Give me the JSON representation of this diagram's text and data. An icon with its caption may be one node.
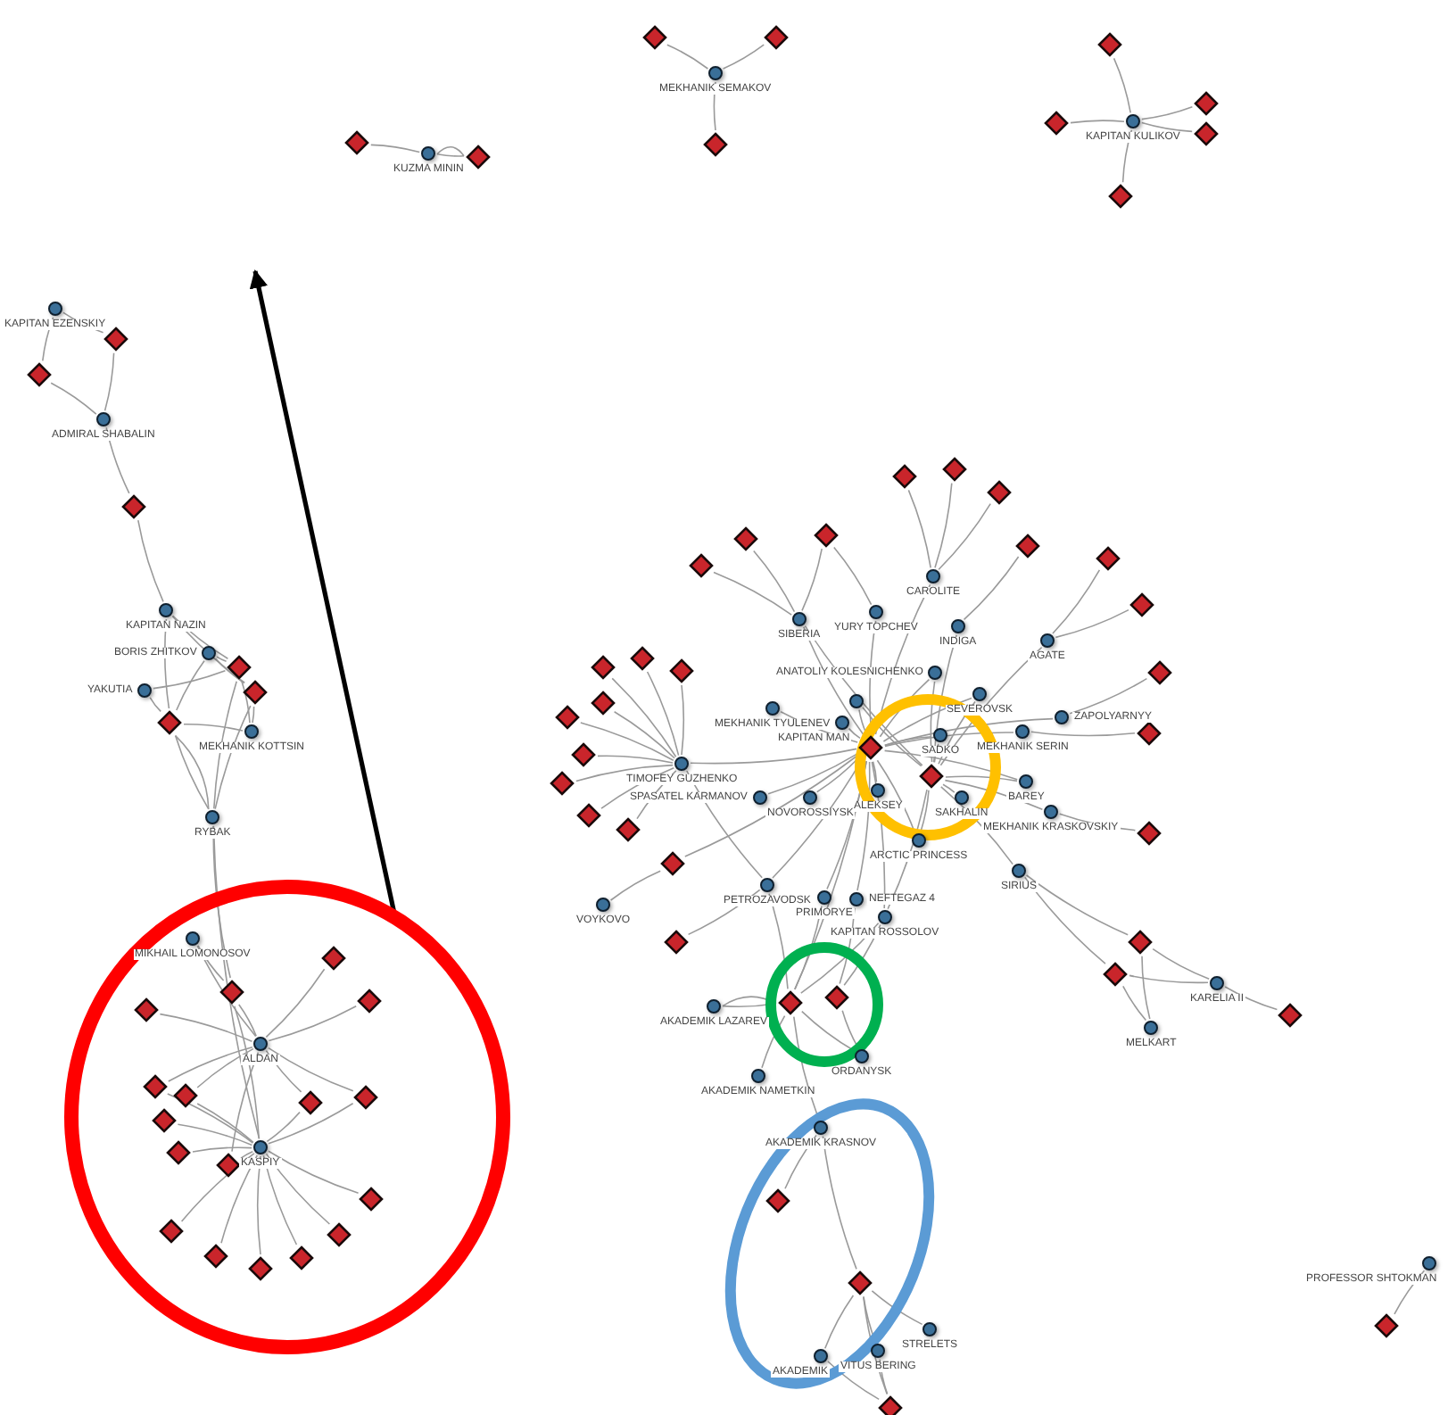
{
  "diagram": {
    "nodes": [
      {
        "text": [],
        "shape": "diamond"
      },
      {
        "text": [],
        "shape": "circle",
        "beside": [
          "KUZMA MININ"
        ]
      },
      {
        "text": [],
        "shape": "diamond"
      },
      {
        "text": [],
        "shape": "diamond"
      },
      {
        "text": [],
        "shape": "diamond"
      },
      {
        "text": [],
        "shape": "circle",
        "beside": [
          "MEKHANIK SEMAKOV"
        ]
      },
      {
        "text": [],
        "shape": "diamond"
      },
      {
        "text": [],
        "shape": "diamond"
      },
      {
        "text": [],
        "shape": "diamond"
      },
      {
        "text": [],
        "shape": "circle",
        "beside": [
          "KAPITAN KULIKOV"
        ]
      },
      {
        "text": [],
        "shape": "diamond"
      },
      {
        "text": [],
        "shape": "diamond"
      },
      {
        "text": [],
        "shape": "diamond"
      },
      {
        "text": [],
        "shape": "circle",
        "beside": [
          "KAPITAN EZENSKIY"
        ]
      },
      {
        "text": [],
        "shape": "diamond"
      },
      {
        "text": [],
        "shape": "diamond"
      },
      {
        "text": [],
        "shape": "circle",
        "beside": [
          "ADMIRAL SHABALIN"
        ]
      },
      {
        "text": [],
        "shape": "diamond"
      },
      {
        "text": [],
        "shape": "circle",
        "beside": [
          "KAPITAN NAZIN"
        ]
      },
      {
        "text": [],
        "shape": "circle",
        "beside": [
          "BORIS ZHITKOV"
        ]
      },
      {
        "text": [],
        "shape": "diamond"
      },
      {
        "text": [],
        "shape": "diamond"
      },
      {
        "text": [],
        "shape": "circle",
        "beside": [
          "YAKUTIA"
        ]
      },
      {
        "text": [],
        "shape": "diamond"
      },
      {
        "text": [],
        "shape": "circle",
        "beside": [
          "MEKHANIK KOTTSIN"
        ]
      },
      {
        "text": [],
        "shape": "circle",
        "beside": [
          "RYBAK"
        ]
      },
      {
        "text": [],
        "shape": "circle"
      },
      {
        "text": [],
        "shape": "circle",
        "beside": [
          "MIKHAIL LOMONOSOV"
        ],
        "in": 26
      },
      {
        "text": [],
        "shape": "diamond",
        "in": 26
      },
      {
        "text": [],
        "shape": "diamond",
        "in": 26
      },
      {
        "text": [],
        "shape": "diamond",
        "in": 26
      },
      {
        "text": [],
        "shape": "diamond",
        "in": 26
      },
      {
        "text": [],
        "shape": "circle",
        "beside": [
          "ALDAN"
        ],
        "in": 26
      },
      {
        "text": [],
        "shape": "diamond",
        "in": 26
      },
      {
        "text": [],
        "shape": "diamond",
        "in": 26
      },
      {
        "text": [],
        "shape": "diamond",
        "in": 26
      },
      {
        "text": [],
        "shape": "diamond",
        "in": 26
      },
      {
        "text": [],
        "shape": "diamond",
        "in": 26
      },
      {
        "text": [],
        "shape": "diamond",
        "in": 26
      },
      {
        "text": [],
        "shape": "diamond",
        "in": 26
      },
      {
        "text": [],
        "shape": "circle",
        "beside": [
          "KASPIY"
        ],
        "in": 26
      },
      {
        "text": [],
        "shape": "diamond",
        "in": 26
      },
      {
        "text": [],
        "shape": "diamond",
        "in": 26
      },
      {
        "text": [],
        "shape": "diamond",
        "in": 26
      },
      {
        "text": [],
        "shape": "diamond",
        "in": 26
      },
      {
        "text": [],
        "shape": "diamond",
        "in": 26
      },
      {
        "text": [],
        "shape": "diamond",
        "in": 26
      },
      {
        "text": [],
        "shape": "diamond"
      },
      {
        "text": [],
        "shape": "diamond"
      },
      {
        "text": [],
        "shape": "diamond"
      },
      {
        "text": [],
        "shape": "diamond"
      },
      {
        "text": [],
        "shape": "diamond"
      },
      {
        "text": [],
        "shape": "diamond"
      },
      {
        "text": [],
        "shape": "diamond"
      },
      {
        "text": [],
        "shape": "diamond"
      },
      {
        "text": [],
        "shape": "circle",
        "beside": [
          "CAROLITE"
        ]
      },
      {
        "text": [],
        "shape": "circle",
        "beside": [
          "SIBERIA"
        ]
      },
      {
        "text": [],
        "shape": "circle",
        "beside": [
          "YURY TOPCHEV"
        ]
      },
      {
        "text": [],
        "shape": "circle",
        "beside": [
          "INDIGA"
        ]
      },
      {
        "text": [],
        "shape": "circle",
        "beside": [
          "AGATE"
        ]
      },
      {
        "text": [],
        "shape": "diamond"
      },
      {
        "text": [],
        "shape": "diamond"
      },
      {
        "text": [],
        "shape": "diamond"
      },
      {
        "text": [],
        "shape": "diamond"
      },
      {
        "text": [],
        "shape": "circle",
        "beside": [
          "ANATOLIY KOLESNICHENKO"
        ]
      },
      {
        "text": [],
        "shape": "diamond"
      },
      {
        "text": [],
        "shape": "circle",
        "beside": [
          "SEVEROVSK"
        ]
      },
      {
        "text": [],
        "shape": "diamond"
      },
      {
        "text": [],
        "shape": "circle",
        "beside": [
          "MEKHANIK TYULENEV"
        ]
      },
      {
        "text": [],
        "shape": "circle"
      },
      {
        "text": [],
        "shape": "circle",
        "beside": [
          "KAPITAN MAN"
        ]
      },
      {
        "text": [],
        "shape": "circle",
        "beside": [
          "ZAPOLYARNYY"
        ]
      },
      {
        "text": [],
        "shape": "diamond"
      },
      {
        "text": [],
        "shape": "circle",
        "beside": [
          "MEKHANIK SERIN"
        ]
      },
      {
        "text": [],
        "shape": "diamond"
      },
      {
        "text": [],
        "shape": "circle",
        "beside": [
          "SADKO"
        ]
      },
      {
        "text": [],
        "shape": "diamond"
      },
      {
        "text": [],
        "shape": "diamond"
      },
      {
        "text": [],
        "shape": "circle",
        "beside": [
          "TIMOFEY GUZHENKO"
        ]
      },
      {
        "text": [],
        "shape": "diamond"
      },
      {
        "text": [],
        "shape": "circle",
        "beside": [
          "BAREY"
        ]
      },
      {
        "text": [],
        "shape": "diamond"
      },
      {
        "text": [],
        "shape": "circle",
        "beside": [
          "ALEKSEY"
        ]
      },
      {
        "text": [],
        "shape": "circle",
        "beside": [
          "SAKHALIN"
        ]
      },
      {
        "text": [],
        "shape": "circle",
        "beside": [
          "SPASATEL KARMANOV"
        ]
      },
      {
        "text": [],
        "shape": "circle",
        "beside": [
          "NOVOROSSIYSK"
        ]
      },
      {
        "text": [],
        "shape": "circle",
        "beside": [
          "MEKHANIK KRASKOVSKIY"
        ]
      },
      {
        "text": [],
        "shape": "diamond"
      },
      {
        "text": [],
        "shape": "diamond"
      },
      {
        "text": [],
        "shape": "diamond"
      },
      {
        "text": [],
        "shape": "circle",
        "beside": [
          "ARCTIC PRINCESS"
        ]
      },
      {
        "text": [],
        "shape": "circle",
        "beside": [
          "SIRIUS"
        ]
      },
      {
        "text": [],
        "shape": "diamond"
      },
      {
        "text": [],
        "shape": "circle",
        "beside": [
          "PETROZAVODSK"
        ]
      },
      {
        "text": [],
        "shape": "circle",
        "beside": [
          "PRIMORYE"
        ]
      },
      {
        "text": [],
        "shape": "circle",
        "beside": [
          "NEFTEGAZ 4"
        ]
      },
      {
        "text": [],
        "shape": "circle",
        "beside": [
          "VOYKOVO"
        ]
      },
      {
        "text": [],
        "shape": "circle",
        "beside": [
          "KAPITAN ROSSOLOV"
        ]
      },
      {
        "text": [],
        "shape": "diamond"
      },
      {
        "text": [],
        "shape": "diamond"
      },
      {
        "text": [],
        "shape": "diamond"
      },
      {
        "text": [],
        "shape": "circle",
        "beside": [
          "KARELIA II"
        ]
      },
      {
        "text": [],
        "shape": "diamond"
      },
      {
        "text": [],
        "shape": "circle",
        "beside": [
          "MELKART"
        ]
      },
      {
        "text": [],
        "shape": "circle",
        "beside": [
          "AKADEMIK LAZAREV"
        ]
      },
      {
        "text": [],
        "shape": "diamond"
      },
      {
        "text": [],
        "shape": "diamond"
      },
      {
        "text": [],
        "shape": "circle",
        "beside": [
          "ORDANYSK"
        ]
      },
      {
        "text": [],
        "shape": "circle",
        "beside": [
          "AKADEMIK NAMETKIN"
        ]
      },
      {
        "text": [],
        "shape": "circle",
        "beside": [
          "AKADEMIK KRASNOV"
        ]
      },
      {
        "text": [],
        "shape": "diamond"
      },
      {
        "text": [],
        "shape": "diamond"
      },
      {
        "text": [],
        "shape": "circle",
        "beside": [
          "STRELETS"
        ]
      },
      {
        "text": [],
        "shape": "circle",
        "beside": [
          "AKADEMIK"
        ]
      },
      {
        "text": [],
        "shape": "circle",
        "beside": [
          "VITUS BERING"
        ]
      },
      {
        "text": [],
        "shape": "diamond"
      },
      {
        "text": [],
        "shape": "circle",
        "beside": [
          "PROFESSOR SHTOKMAN"
        ]
      },
      {
        "text": [],
        "shape": "diamond"
      }
    ],
    "edges": [
      {
        "from": 1,
        "to": 0,
        "arrow": "none"
      },
      {
        "from": 1,
        "to": 2,
        "arrow": "none"
      },
      {
        "from": 1,
        "to": 2,
        "arrow": "none"
      },
      {
        "from": 5,
        "to": 3,
        "arrow": "none"
      },
      {
        "from": 5,
        "to": 4,
        "arrow": "none"
      },
      {
        "from": 5,
        "to": 6,
        "arrow": "none"
      },
      {
        "from": 9,
        "to": 7,
        "arrow": "none"
      },
      {
        "from": 9,
        "to": 8,
        "arrow": "none"
      },
      {
        "from": 9,
        "to": 10,
        "arrow": "none"
      },
      {
        "from": 9,
        "to": 11,
        "arrow": "none"
      },
      {
        "from": 9,
        "to": 12,
        "arrow": "none"
      },
      {
        "from": 13,
        "to": 14,
        "arrow": "none"
      },
      {
        "from": 13,
        "to": 15,
        "arrow": "none"
      },
      {
        "from": 16,
        "to": 14,
        "arrow": "none"
      },
      {
        "from": 16,
        "to": 15,
        "arrow": "none"
      },
      {
        "from": 16,
        "to": 17,
        "arrow": "none"
      },
      {
        "from": 17,
        "to": 18,
        "arrow": "none"
      },
      {
        "from": 18,
        "to": 20,
        "arrow": "none"
      },
      {
        "from": 18,
        "to": 21,
        "arrow": "none"
      },
      {
        "from": 18,
        "to": 23,
        "arrow": "none"
      },
      {
        "from": 19,
        "to": 20,
        "arrow": "none"
      },
      {
        "from": 19,
        "to": 21,
        "arrow": "none"
      },
      {
        "from": 19,
        "to": 23,
        "arrow": "none"
      },
      {
        "from": 22,
        "to": 23,
        "arrow": "none"
      },
      {
        "from": 22,
        "to": 20,
        "arrow": "none"
      },
      {
        "from": 24,
        "to": 23,
        "arrow": "none"
      },
      {
        "from": 24,
        "to": 20,
        "arrow": "none"
      },
      {
        "from": 24,
        "to": 21,
        "arrow": "none"
      },
      {
        "from": 23,
        "to": 25,
        "arrow": "none"
      },
      {
        "from": 20,
        "to": 25,
        "arrow": "none"
      },
      {
        "from": 21,
        "to": 25,
        "arrow": "none"
      },
      {
        "from": 23,
        "to": 25,
        "arrow": "none"
      },
      {
        "from": 25,
        "to": 29,
        "arrow": "none"
      },
      {
        "from": 25,
        "to": 40,
        "arrow": "none"
      },
      {
        "from": 27,
        "to": 29,
        "arrow": "none"
      },
      {
        "from": 27,
        "to": 32,
        "arrow": "none"
      },
      {
        "from": 32,
        "to": 28,
        "arrow": "none"
      },
      {
        "from": 32,
        "to": 29,
        "arrow": "none"
      },
      {
        "from": 32,
        "to": 30,
        "arrow": "none"
      },
      {
        "from": 32,
        "to": 31,
        "arrow": "none"
      },
      {
        "from": 32,
        "to": 33,
        "arrow": "none"
      },
      {
        "from": 32,
        "to": 34,
        "arrow": "none"
      },
      {
        "from": 32,
        "to": 35,
        "arrow": "none"
      },
      {
        "from": 32,
        "to": 36,
        "arrow": "none"
      },
      {
        "from": 32,
        "to": 39,
        "arrow": "none"
      },
      {
        "from": 40,
        "to": 29,
        "arrow": "none"
      },
      {
        "from": 40,
        "to": 33,
        "arrow": "none"
      },
      {
        "from": 40,
        "to": 34,
        "arrow": "none"
      },
      {
        "from": 40,
        "to": 35,
        "arrow": "none"
      },
      {
        "from": 40,
        "to": 36,
        "arrow": "none"
      },
      {
        "from": 40,
        "to": 37,
        "arrow": "none"
      },
      {
        "from": 40,
        "to": 38,
        "arrow": "none"
      },
      {
        "from": 40,
        "to": 39,
        "arrow": "none"
      },
      {
        "from": 40,
        "to": 41,
        "arrow": "none"
      },
      {
        "from": 40,
        "to": 42,
        "arrow": "none"
      },
      {
        "from": 40,
        "to": 43,
        "arrow": "none"
      },
      {
        "from": 40,
        "to": 44,
        "arrow": "none"
      },
      {
        "from": 40,
        "to": 45,
        "arrow": "none"
      },
      {
        "from": 40,
        "to": 46,
        "arrow": "none"
      },
      {
        "from": 26,
        "to": null,
        "arrow": "to",
        "style": "thick",
        "color": "#000000"
      },
      {
        "from": 56,
        "to": 51,
        "arrow": "none"
      },
      {
        "from": 56,
        "to": 52,
        "arrow": "none"
      },
      {
        "from": 56,
        "to": 50,
        "arrow": "none"
      },
      {
        "from": 56,
        "to": 76,
        "arrow": "none"
      },
      {
        "from": 56,
        "to": 79,
        "arrow": "none"
      },
      {
        "from": 57,
        "to": 50,
        "arrow": "none"
      },
      {
        "from": 57,
        "to": 76,
        "arrow": "none"
      },
      {
        "from": 55,
        "to": 47,
        "arrow": "none"
      },
      {
        "from": 55,
        "to": 48,
        "arrow": "none"
      },
      {
        "from": 55,
        "to": 49,
        "arrow": "none"
      },
      {
        "from": 55,
        "to": 76,
        "arrow": "none"
      },
      {
        "from": 58,
        "to": 53,
        "arrow": "none"
      },
      {
        "from": 58,
        "to": 79,
        "arrow": "none"
      },
      {
        "from": 59,
        "to": 54,
        "arrow": "none"
      },
      {
        "from": 59,
        "to": 60,
        "arrow": "none"
      },
      {
        "from": 59,
        "to": 79,
        "arrow": "none"
      },
      {
        "from": 64,
        "to": 79,
        "arrow": "none"
      },
      {
        "from": 64,
        "to": 76,
        "arrow": "none"
      },
      {
        "from": 71,
        "to": 65,
        "arrow": "none"
      },
      {
        "from": 71,
        "to": 76,
        "arrow": "none"
      },
      {
        "from": 66,
        "to": 79,
        "arrow": "none"
      },
      {
        "from": 66,
        "to": 76,
        "arrow": "none"
      },
      {
        "from": 68,
        "to": 76,
        "arrow": "none"
      },
      {
        "from": 70,
        "to": 76,
        "arrow": "none"
      },
      {
        "from": 69,
        "to": 76,
        "arrow": "none"
      },
      {
        "from": 69,
        "to": 79,
        "arrow": "none"
      },
      {
        "from": 73,
        "to": 74,
        "arrow": "none"
      },
      {
        "from": 73,
        "to": 76,
        "arrow": "none"
      },
      {
        "from": 75,
        "to": 79,
        "arrow": "none"
      },
      {
        "from": 75,
        "to": 76,
        "arrow": "none"
      },
      {
        "from": 78,
        "to": 61,
        "arrow": "none"
      },
      {
        "from": 78,
        "to": 62,
        "arrow": "none"
      },
      {
        "from": 78,
        "to": 63,
        "arrow": "none"
      },
      {
        "from": 78,
        "to": 67,
        "arrow": "none"
      },
      {
        "from": 78,
        "to": 72,
        "arrow": "none"
      },
      {
        "from": 78,
        "to": 77,
        "arrow": "none"
      },
      {
        "from": 78,
        "to": 81,
        "arrow": "none"
      },
      {
        "from": 78,
        "to": 87,
        "arrow": "none"
      },
      {
        "from": 78,
        "to": 88,
        "arrow": "none"
      },
      {
        "from": 78,
        "to": 76,
        "arrow": "none"
      },
      {
        "from": 78,
        "to": 93,
        "arrow": "none"
      },
      {
        "from": 92,
        "to": 96,
        "arrow": "none"
      },
      {
        "from": 92,
        "to": 76,
        "arrow": "none"
      },
      {
        "from": 98,
        "to": 93,
        "arrow": "none"
      },
      {
        "from": 80,
        "to": 79,
        "arrow": "none"
      },
      {
        "from": 80,
        "to": 76,
        "arrow": "none"
      },
      {
        "from": 82,
        "to": 76,
        "arrow": "none"
      },
      {
        "from": 83,
        "to": 79,
        "arrow": "none"
      },
      {
        "from": 84,
        "to": 76,
        "arrow": "none"
      },
      {
        "from": 85,
        "to": 76,
        "arrow": "none"
      },
      {
        "from": 86,
        "to": 89,
        "arrow": "none"
      },
      {
        "from": 86,
        "to": 79,
        "arrow": "none"
      },
      {
        "from": 90,
        "to": 79,
        "arrow": "none"
      },
      {
        "from": 90,
        "to": 76,
        "arrow": "none"
      },
      {
        "from": 91,
        "to": 79,
        "arrow": "none"
      },
      {
        "from": 91,
        "to": 99,
        "arrow": "none"
      },
      {
        "from": 91,
        "to": 100,
        "arrow": "none"
      },
      {
        "from": 93,
        "to": 76,
        "arrow": "none"
      },
      {
        "from": 94,
        "to": 76,
        "arrow": "none"
      },
      {
        "from": 95,
        "to": 76,
        "arrow": "none"
      },
      {
        "from": 97,
        "to": 79,
        "arrow": "none"
      },
      {
        "from": 97,
        "to": 76,
        "arrow": "none"
      },
      {
        "from": 99,
        "to": 101,
        "arrow": "none"
      },
      {
        "from": 99,
        "to": 103,
        "arrow": "none"
      },
      {
        "from": 100,
        "to": 101,
        "arrow": "none"
      },
      {
        "from": 100,
        "to": 103,
        "arrow": "none"
      },
      {
        "from": 101,
        "to": 102,
        "arrow": "none"
      },
      {
        "from": 104,
        "to": 105,
        "arrow": "none"
      },
      {
        "from": 104,
        "to": 105,
        "arrow": "none"
      },
      {
        "from": 105,
        "to": 76,
        "arrow": "none"
      },
      {
        "from": 105,
        "to": 93,
        "arrow": "none"
      },
      {
        "from": 105,
        "to": 94,
        "arrow": "none"
      },
      {
        "from": 105,
        "to": 97,
        "arrow": "none"
      },
      {
        "from": 106,
        "to": 95,
        "arrow": "none"
      },
      {
        "from": 106,
        "to": 97,
        "arrow": "none"
      },
      {
        "from": 105,
        "to": 108,
        "arrow": "none"
      },
      {
        "from": 105,
        "to": 107,
        "arrow": "none"
      },
      {
        "from": 106,
        "to": 107,
        "arrow": "none"
      },
      {
        "from": 105,
        "to": 109,
        "arrow": "none"
      },
      {
        "from": 109,
        "to": 110,
        "arrow": "none"
      },
      {
        "from": 109,
        "to": 111,
        "arrow": "none"
      },
      {
        "from": 111,
        "to": 112,
        "arrow": "none"
      },
      {
        "from": 111,
        "to": 113,
        "arrow": "none"
      },
      {
        "from": 111,
        "to": 114,
        "arrow": "none"
      },
      {
        "from": 111,
        "to": 115,
        "arrow": "none"
      },
      {
        "from": 113,
        "to": 115,
        "arrow": "none"
      },
      {
        "from": 114,
        "to": 115,
        "arrow": "none"
      },
      {
        "from": 116,
        "to": 117,
        "arrow": "none"
      }
    ]
  }
}
